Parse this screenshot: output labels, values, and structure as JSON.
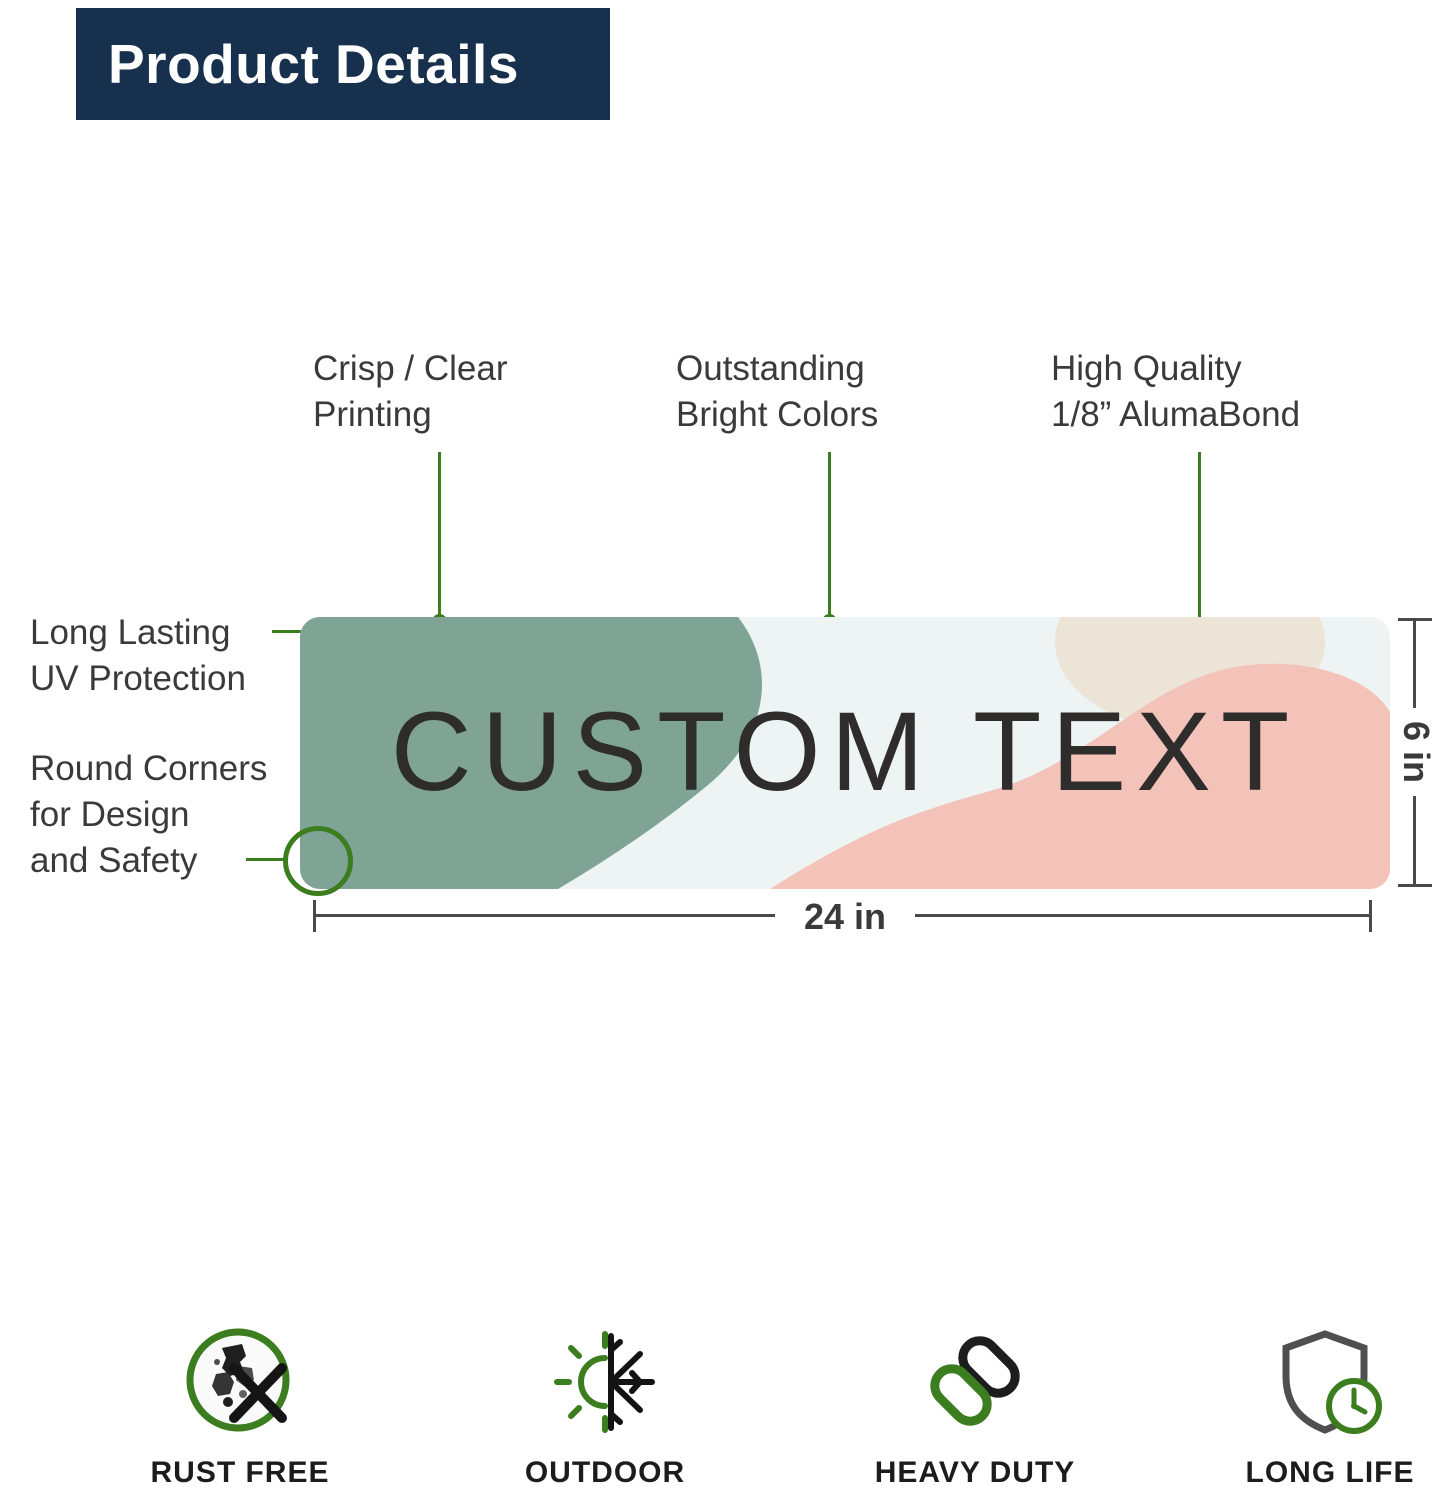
{
  "header": {
    "title": "Product Details"
  },
  "callouts": {
    "crisp": "Crisp / Clear\nPrinting",
    "bright": "Outstanding\nBright Colors",
    "material": "High Quality\n1/8” AlumaBond",
    "uv": "Long Lasting\nUV Protection",
    "corners": "Round Corners\nfor Design\nand Safety"
  },
  "sign": {
    "custom_text": "CUSTOM TEXT",
    "width_label": "24 in",
    "height_label": "6 in",
    "colors": {
      "background": "#edf4f3",
      "green_blob": "#7fa496",
      "pink_blob": "#f3c3b9",
      "beige_blob": "#ebe4d7",
      "text": "#2e2d2c"
    }
  },
  "features": [
    {
      "label": "RUST FREE",
      "icon": "rust-free-icon"
    },
    {
      "label": "OUTDOOR",
      "icon": "outdoor-icon"
    },
    {
      "label": "HEAVY DUTY",
      "icon": "heavy-duty-icon"
    },
    {
      "label": "LONG LIFE",
      "icon": "long-life-icon"
    }
  ],
  "theme": {
    "navy": "#17304d",
    "accent_green": "#3b7d1f",
    "dimension_color": "#4a4a4a",
    "label_color": "#3a3a3a"
  }
}
